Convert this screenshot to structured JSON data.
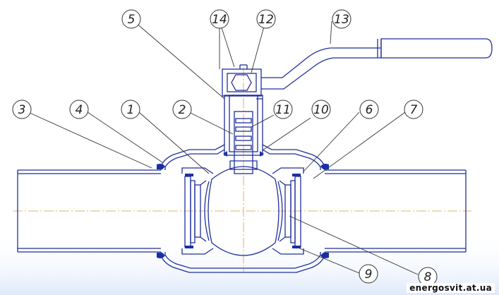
{
  "diagram": {
    "callouts": [
      "1",
      "2",
      "3",
      "4",
      "5",
      "6",
      "7",
      "8",
      "9",
      "10",
      "11",
      "12",
      "13",
      "14"
    ]
  },
  "watermark": "energosvit.at.ua",
  "colors": {
    "outline": "#1f2f9c",
    "leader": "#333333",
    "centerline": "#e59a3a",
    "seal": "#1a2fa6",
    "background_fade": "#dfe9fb"
  }
}
